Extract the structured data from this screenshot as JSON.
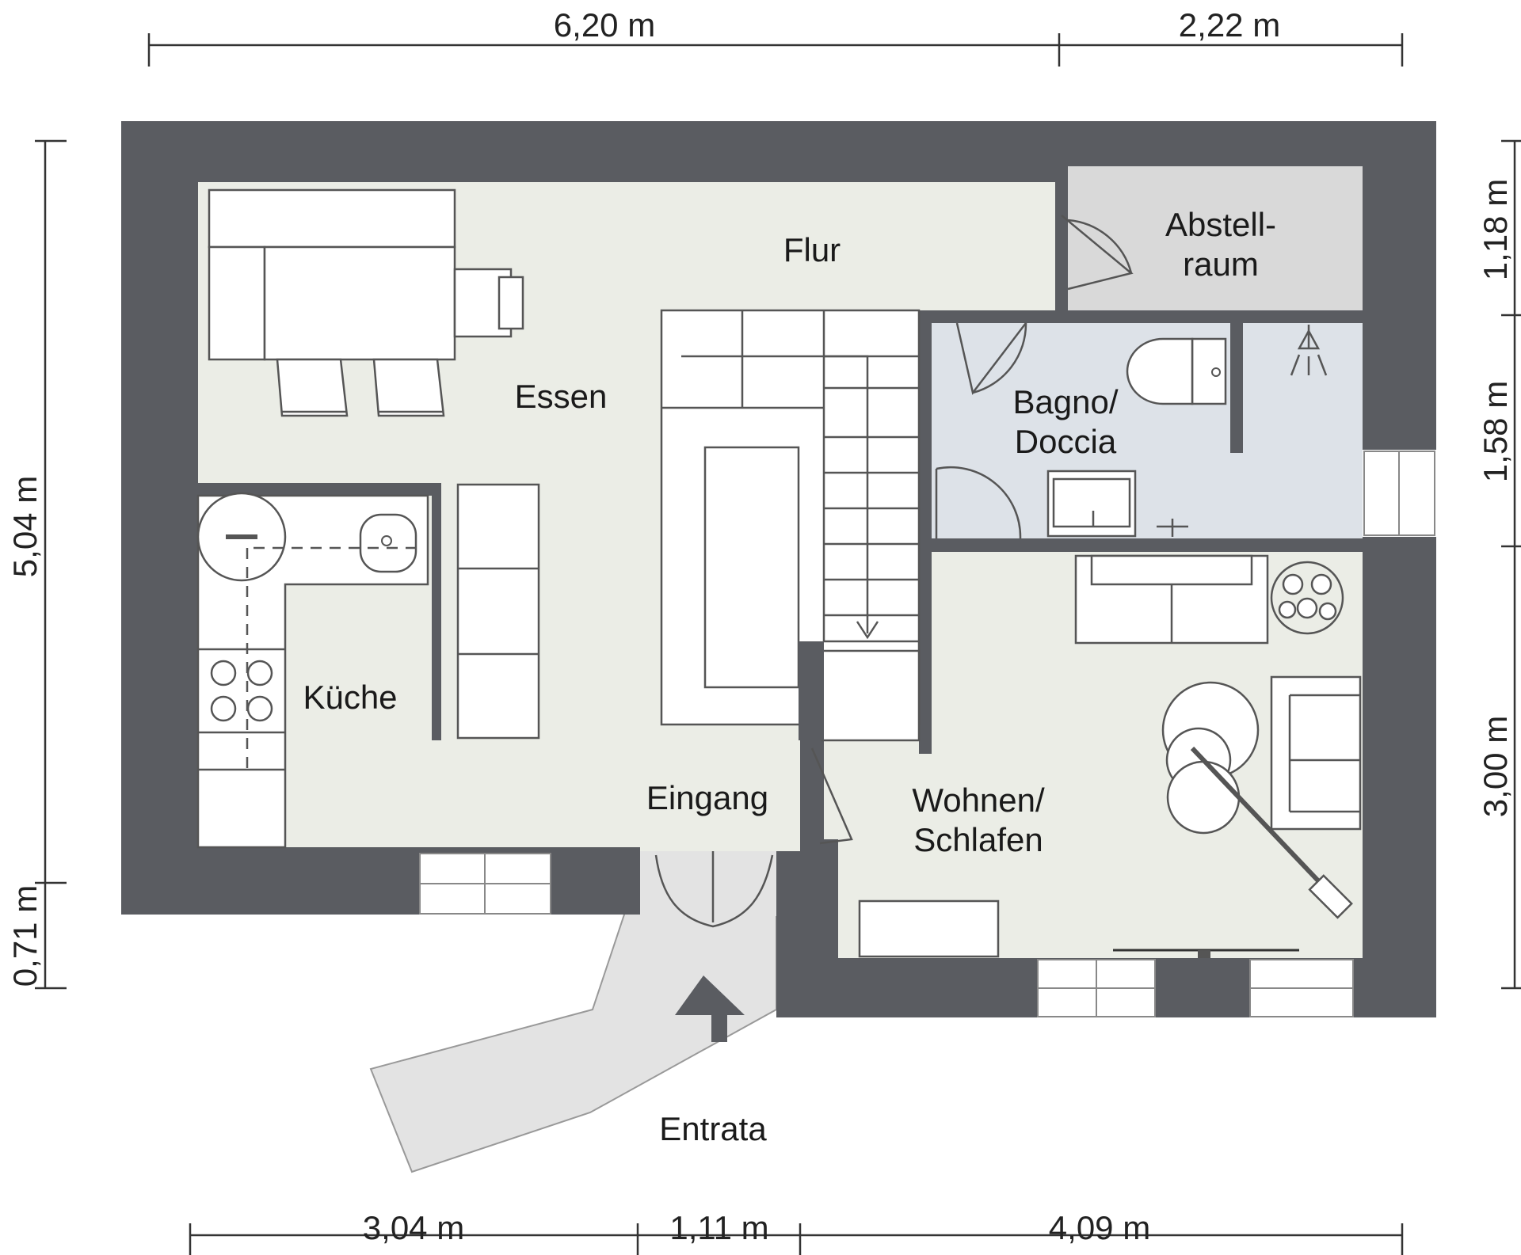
{
  "dimensions": {
    "top": [
      "6,20 m",
      "2,22 m"
    ],
    "bottom": [
      "3,04 m",
      "1,11 m",
      "4,09 m"
    ],
    "left": [
      "5,04 m",
      "0,71 m"
    ],
    "right": [
      "1,18 m",
      "1,58 m",
      "3,00 m"
    ]
  },
  "rooms": {
    "flur": "Flur",
    "abstell_1": "Abstell-",
    "abstell_2": "raum",
    "essen": "Essen",
    "bagno_1": "Bagno/",
    "bagno_2": "Doccia",
    "kueche": "Küche",
    "eingang": "Eingang",
    "wohnen_1": "Wohnen/",
    "wohnen_2": "Schlafen",
    "entrata": "Entrata"
  },
  "colors": {
    "wall": "#5a5c61",
    "floor": "#ebede6",
    "bath": "#dde2e8",
    "storage": "#d9d9d9",
    "path": "#e3e3e3"
  }
}
